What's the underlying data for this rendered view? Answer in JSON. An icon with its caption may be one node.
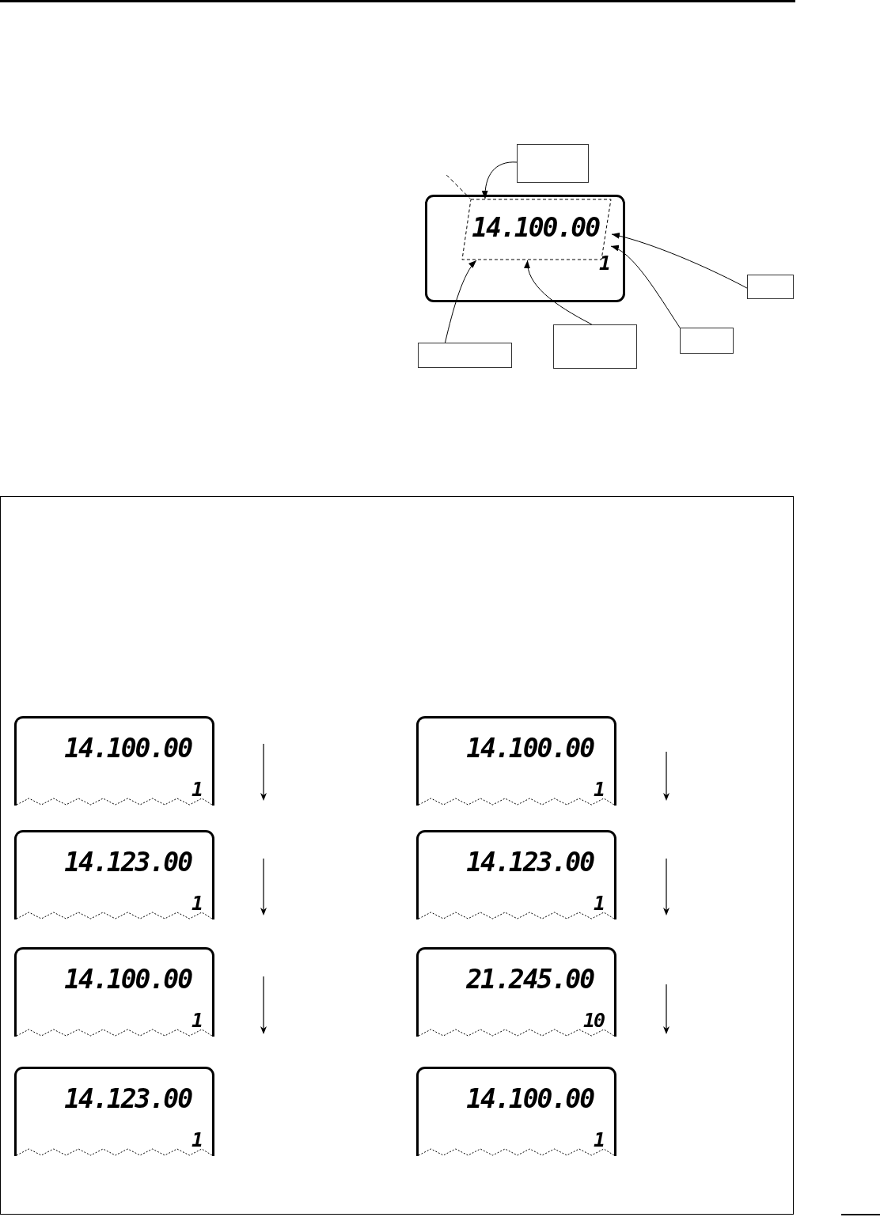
{
  "diagram": {
    "nodes": [
      {
        "text": [],
        "shape": "box"
      },
      {
        "text": [
          "1"
        ]
      },
      {
        "text": [
          "14.100.00"
        ],
        "in": 1
      },
      {
        "text": [],
        "shape": "box"
      },
      {
        "text": [],
        "shape": "box"
      },
      {
        "text": [],
        "shape": "box"
      },
      {
        "text": [],
        "shape": "box"
      },
      {
        "text": [],
        "shape": "box"
      },
      {
        "text": [
          "14.100.00",
          "1"
        ],
        "in": 7
      },
      {
        "text": [
          "14.123.00",
          "1"
        ],
        "in": 7
      },
      {
        "text": [
          "14.100.00",
          "1"
        ],
        "in": 7
      },
      {
        "text": [
          "14.123.00",
          "1"
        ],
        "in": 7
      },
      {
        "text": [
          "14.100.00",
          "1"
        ],
        "in": 7
      },
      {
        "text": [
          "14.123.00",
          "1"
        ],
        "in": 7
      },
      {
        "text": [
          "21.245.00",
          "10"
        ],
        "in": 7
      },
      {
        "text": [
          "14.100.00",
          "1"
        ],
        "in": 7
      }
    ],
    "edges": [
      {
        "from": 0,
        "to": 2,
        "arrow": "to"
      },
      {
        "from": 3,
        "to": 2,
        "arrow": "to"
      },
      {
        "from": 4,
        "to": 2,
        "arrow": "to"
      },
      {
        "from": 5,
        "to": 2,
        "arrow": "to"
      },
      {
        "from": 6,
        "to": 2,
        "arrow": "to"
      },
      {
        "from": null,
        "to": 2,
        "arrow": "none",
        "style": "dashed"
      }
    ]
  }
}
